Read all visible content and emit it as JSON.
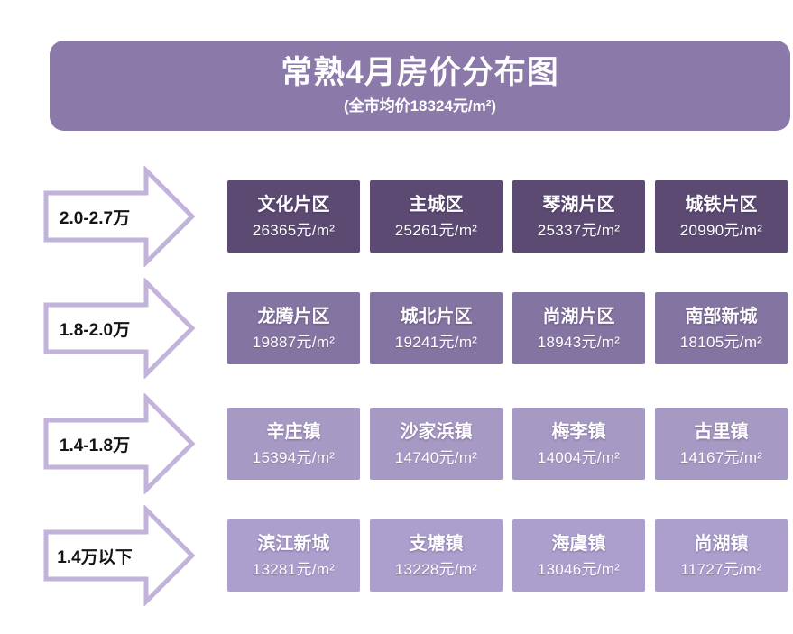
{
  "theme": {
    "header_bg": "#8A79A9",
    "tier1_bg": "#5C4A73",
    "tier2_bg": "#8474A2",
    "tier3_bg": "#A69AC4",
    "tier4_bg": "#AC9FCE",
    "arrow_stroke": "#C2B3DB",
    "arrow_fill": "#FFFFFF",
    "label_color": "#141414",
    "box_text_color": "#FFFFFF"
  },
  "header": {
    "title": "常熟4月房价分布图",
    "subtitle": "(全市均价18324元/m²)"
  },
  "rows": [
    {
      "range_label": "2.0-2.7万",
      "color": "#5C4A73",
      "boxes": [
        {
          "name": "文化片区",
          "price": "26365元/m²"
        },
        {
          "name": "主城区",
          "price": "25261元/m²"
        },
        {
          "name": "琴湖片区",
          "price": "25337元/m²"
        },
        {
          "name": "城铁片区",
          "price": "20990元/m²"
        }
      ]
    },
    {
      "range_label": "1.8-2.0万",
      "color": "#8474A2",
      "boxes": [
        {
          "name": "龙腾片区",
          "price": "19887元/m²"
        },
        {
          "name": "城北片区",
          "price": "19241元/m²"
        },
        {
          "name": "尚湖片区",
          "price": "18943元/m²"
        },
        {
          "name": "南部新城",
          "price": "18105元/m²"
        }
      ]
    },
    {
      "range_label": "1.4-1.8万",
      "color": "#A69AC4",
      "boxes": [
        {
          "name": "辛庄镇",
          "price": "15394元/m²"
        },
        {
          "name": "沙家浜镇",
          "price": "14740元/m²"
        },
        {
          "name": "梅李镇",
          "price": "14004元/m²"
        },
        {
          "name": "古里镇",
          "price": "14167元/m²"
        }
      ]
    },
    {
      "range_label": "1.4万以下",
      "color": "#AC9FCE",
      "boxes": [
        {
          "name": "滨江新城",
          "price": "13281元/m²"
        },
        {
          "name": "支塘镇",
          "price": "13228元/m²"
        },
        {
          "name": "海虞镇",
          "price": "13046元/m²"
        },
        {
          "name": "尚湖镇",
          "price": "11727元/m²"
        }
      ]
    }
  ],
  "chart_data": {
    "type": "table",
    "title": "常熟4月房价分布图",
    "subtitle": "全市均价18324元/m²",
    "city_average_price": 18324,
    "unit": "元/m²",
    "tiers": [
      {
        "range": "2.0-2.7万",
        "districts": [
          {
            "name": "文化片区",
            "price": 26365
          },
          {
            "name": "主城区",
            "price": 25261
          },
          {
            "name": "琴湖片区",
            "price": 25337
          },
          {
            "name": "城铁片区",
            "price": 20990
          }
        ]
      },
      {
        "range": "1.8-2.0万",
        "districts": [
          {
            "name": "龙腾片区",
            "price": 19887
          },
          {
            "name": "城北片区",
            "price": 19241
          },
          {
            "name": "尚湖片区",
            "price": 18943
          },
          {
            "name": "南部新城",
            "price": 18105
          }
        ]
      },
      {
        "range": "1.4-1.8万",
        "districts": [
          {
            "name": "辛庄镇",
            "price": 15394
          },
          {
            "name": "沙家浜镇",
            "price": 14740
          },
          {
            "name": "梅李镇",
            "price": 14004
          },
          {
            "name": "古里镇",
            "price": 14167
          }
        ]
      },
      {
        "range": "1.4万以下",
        "districts": [
          {
            "name": "滨江新城",
            "price": 13281
          },
          {
            "name": "支塘镇",
            "price": 13228
          },
          {
            "name": "海虞镇",
            "price": 13046
          },
          {
            "name": "尚湖镇",
            "price": 11727
          }
        ]
      }
    ]
  }
}
